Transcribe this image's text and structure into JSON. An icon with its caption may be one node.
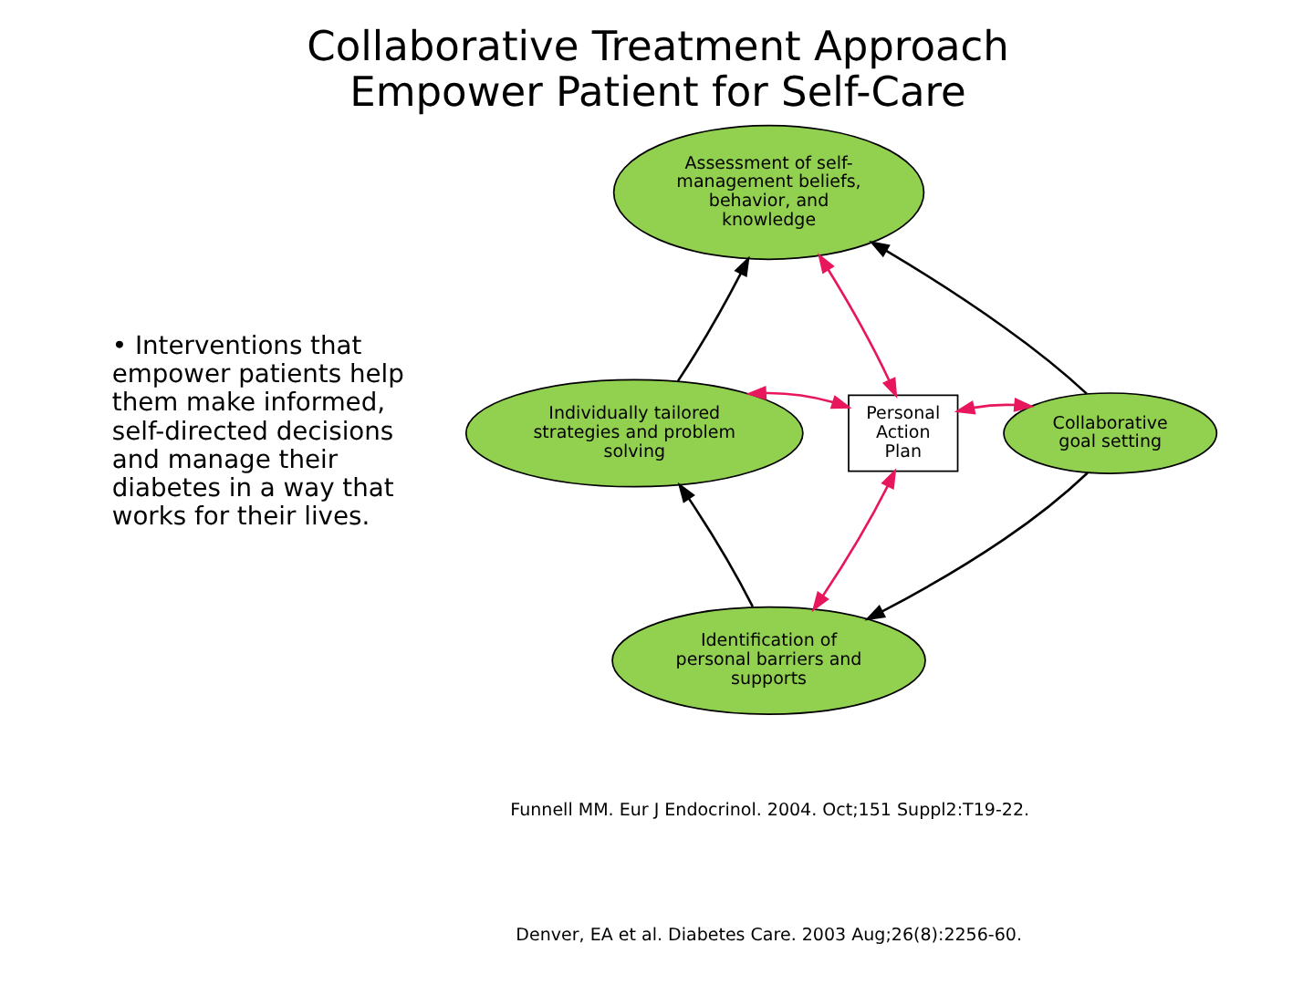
{
  "diagram": {
    "title": "Collaborative Treatment Approach Empower Patient for Self-Care",
    "nodes": [
      {
        "text": [
          "Assessment of self-management beliefs, behavior, and knowledge"
        ]
      },
      {
        "text": [
          "Individually tailored strategies and problem solving"
        ]
      },
      {
        "text": [
          "Personal Action Plan"
        ]
      },
      {
        "text": [
          "Collaborative goal setting"
        ]
      },
      {
        "text": [
          "Identification of personal barriers and supports"
        ]
      }
    ],
    "edges": [
      {
        "from": 2,
        "to": 0,
        "arrow": "both",
        "color": "#e8175d"
      },
      {
        "from": 2,
        "to": 1,
        "arrow": "both",
        "color": "#e8175d"
      },
      {
        "from": 2,
        "to": 3,
        "arrow": "both",
        "color": "#e8175d"
      },
      {
        "from": 2,
        "to": 4,
        "arrow": "both",
        "color": "#e8175d"
      },
      {
        "from": 1,
        "to": 0,
        "arrow": "to",
        "color": "#000000"
      },
      {
        "from": 3,
        "to": 0,
        "arrow": "to",
        "color": "#000000"
      },
      {
        "from": 3,
        "to": 4,
        "arrow": "to",
        "color": "#000000"
      },
      {
        "from": 4,
        "to": 1,
        "arrow": "to",
        "color": "#000000"
      }
    ],
    "labels": [
      "• Interventions that empower patients help them make informed, self-directed decisions and manage their diabetes in a way that works for their lives.",
      "Funnell MM. Eur J Endocrinol. 2004. Oct;151 Suppl2:T19-22.",
      "Denver, EA et al. Diabetes Care. 2003 Aug;26(8):2256-60."
    ]
  }
}
